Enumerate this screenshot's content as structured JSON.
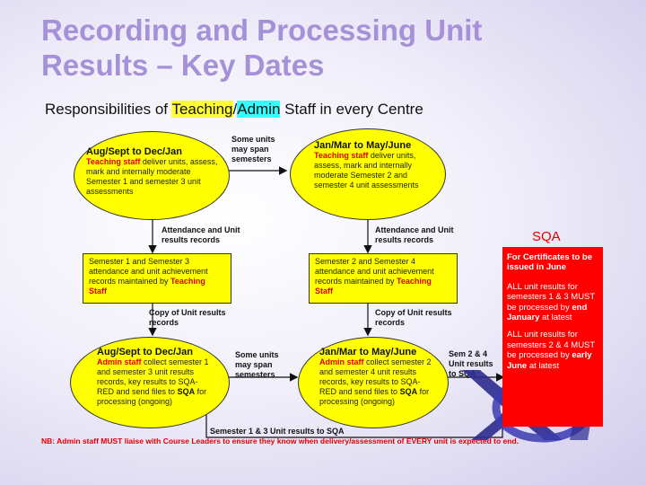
{
  "title": {
    "line1": "Recording and Processing Unit",
    "line2": "Results – Key Dates"
  },
  "subtitle": {
    "prefix": "Responsibilities of ",
    "teaching": "Teaching",
    "slash": "/",
    "admin": "Admin",
    "suffix": " Staff in every Centre"
  },
  "ellipse_top_left": {
    "heading": "Aug/Sept to Dec/Jan",
    "role": "Teaching staff",
    "text": " deliver units, assess, mark and internally moderate Semester 1 and semester 3 unit assessments"
  },
  "ellipse_top_right": {
    "heading": "Jan/Mar to May/June",
    "role": "Teaching staff",
    "text": " deliver units, assess, mark and internally moderate Semester 2 and semester 4 unit assessments"
  },
  "label_span_top": "Some units\nmay span\nsemesters",
  "label_attendance_left": "Attendance and Unit\nresults records",
  "label_attendance_right": "Attendance and Unit\nresults records",
  "box_left": {
    "text": "Semester 1 and Semester 3 attendance and unit achievement records maintained by ",
    "role": "Teaching Staff"
  },
  "box_right": {
    "text": "Semester 2 and Semester 4 attendance and unit achievement records maintained by ",
    "role": "Teaching Staff"
  },
  "label_copy_left": "Copy of Unit results\nrecords",
  "label_copy_right": "Copy of Unit results\nrecords",
  "ellipse_bottom_left": {
    "heading": "Aug/Sept to Dec/Jan",
    "role": "Admin staff",
    "text": " collect semester 1 and semester 3 unit results records, key results to SQA-RED and send files to ",
    "sqa": "SQA",
    "tail": " for processing (ongoing)"
  },
  "ellipse_bottom_right": {
    "heading": "Jan/Mar to May/June",
    "role": "Admin staff",
    "text": " collect semester 2 and semester 4 unit results records, key results to SQA-RED and send files to ",
    "sqa": "SQA",
    "tail": " for processing (ongoing)"
  },
  "label_span_bottom": "Some units\nmay span\nsemesters",
  "label_sem24": "Sem 2 & 4\nUnit results\nto SQA",
  "label_sem13": "Semester 1 & 3 Unit results to SQA",
  "sqa_label": "SQA",
  "sqa_panel": {
    "p1": "For Certificates to be issued in June",
    "p2_a": "ALL unit results for semesters 1 & 3 MUST be processed by ",
    "p2_b": "end January",
    "p2_c": " at latest",
    "p3_a": "ALL unit results for semesters 2 & 4 MUST be processed by ",
    "p3_b": "early June",
    "p3_c": " at latest"
  },
  "footnote": "NB: Admin staff MUST liaise with Course Leaders to ensure they know when delivery/assessment of EVERY unit is expected to end.",
  "colors": {
    "title": "#a591d8",
    "ellipse_fill": "#ffff00",
    "red": "#ff0000",
    "logo_blue": "#2b2b8f"
  },
  "icons": [
    "sqa-logo"
  ]
}
